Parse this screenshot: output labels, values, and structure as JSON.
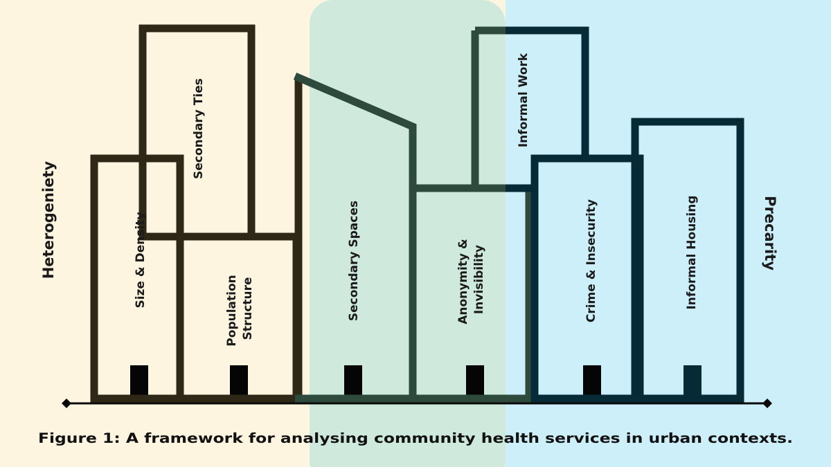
{
  "colors": {
    "left_zone": "#fdf5e0",
    "middle_zone": "#cfeadd",
    "right_zone": "#cdeff9",
    "outline_left": "#2f2816",
    "outline_middle": "#2e4a3c",
    "outline_right": "#062a36",
    "door": "#050505",
    "ground_line": "#0a0a0a"
  },
  "side_labels": {
    "left": "Heterogeniety",
    "right": "Precarity"
  },
  "buildings": [
    {
      "label_lines": [
        "Size & Density"
      ]
    },
    {
      "label_lines": [
        "Secondary Ties"
      ]
    },
    {
      "label_lines": [
        "Population",
        "Structure"
      ]
    },
    {
      "label_lines": [
        "Secondary Spaces"
      ]
    },
    {
      "label_lines": [
        "Anonymity &",
        "Invisibility"
      ]
    },
    {
      "label_lines": [
        "Informal Work"
      ]
    },
    {
      "label_lines": [
        "Crime & Insecurity"
      ]
    },
    {
      "label_lines": [
        "Informal Housing"
      ]
    }
  ],
  "caption": "Figure 1: A framework for analysing community health services in urban contexts."
}
